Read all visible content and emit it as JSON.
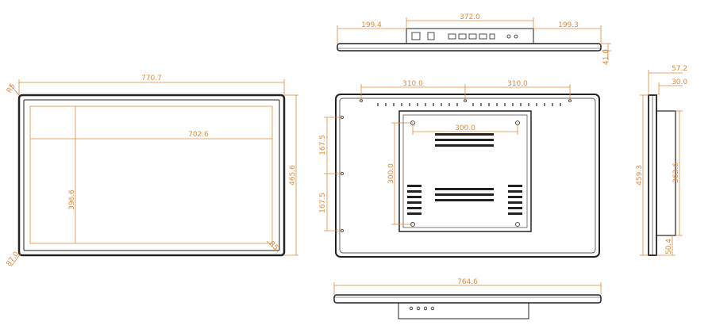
{
  "colors": {
    "dimension": "#e08a3a",
    "outline": "#222222",
    "background": "#ffffff"
  },
  "front_view": {
    "overall_width": "770.7",
    "overall_height": "465.6",
    "active_width": "702.6",
    "active_height": "396.6",
    "bezel_top_left": "R5",
    "bezel_bottom_left": "87.0",
    "bezel_bottom_right": "R5"
  },
  "top_view": {
    "left_offset": "199.4",
    "center_width": "372.0",
    "right_offset": "199.3",
    "thickness": "41.0"
  },
  "rear_view": {
    "hole_spacing_left": "310.0",
    "hole_spacing_right": "310.0",
    "vesa_width": "300.0",
    "vesa_height": "300.0",
    "left_upper": "167.5",
    "left_lower": "167.5"
  },
  "bottom_view": {
    "overall_width": "764.6"
  },
  "side_view": {
    "depth_total": "57.2",
    "depth_flange": "30.0",
    "height_total": "459.3",
    "height_inner": "363.6",
    "bottom_offset": "50.4"
  }
}
